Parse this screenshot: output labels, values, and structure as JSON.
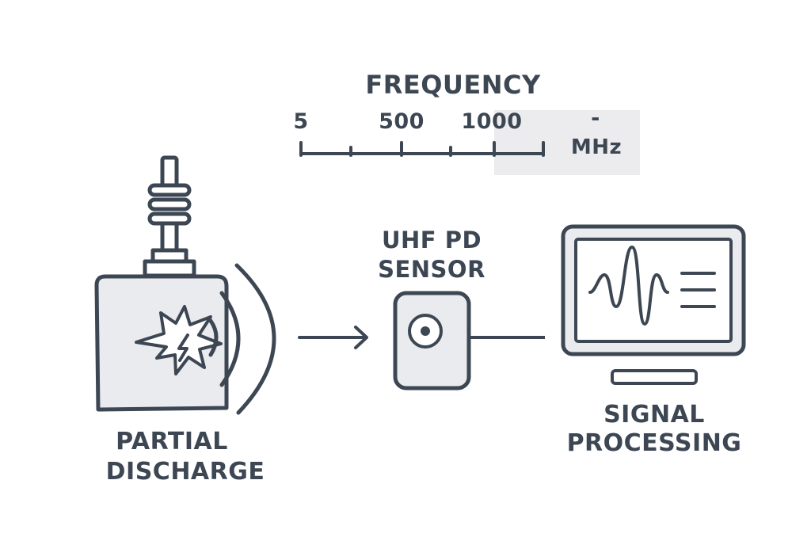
{
  "frequency_scale": {
    "title": "FREQUENCY",
    "ticks": [
      "5",
      "500",
      "1000",
      "-"
    ],
    "unit": "MHz"
  },
  "partial_discharge": {
    "line1": "PARTIAL",
    "line2": "DISCHARGE"
  },
  "uhf_sensor": {
    "line1": "UHF PD",
    "line2": "SENSOR"
  },
  "signal_processing": {
    "line1": "SIGNAL",
    "line2": "PROCESSING"
  },
  "colors": {
    "stroke": "#3d4753",
    "fill_light": "#e9ebee",
    "band": "#ececee"
  }
}
